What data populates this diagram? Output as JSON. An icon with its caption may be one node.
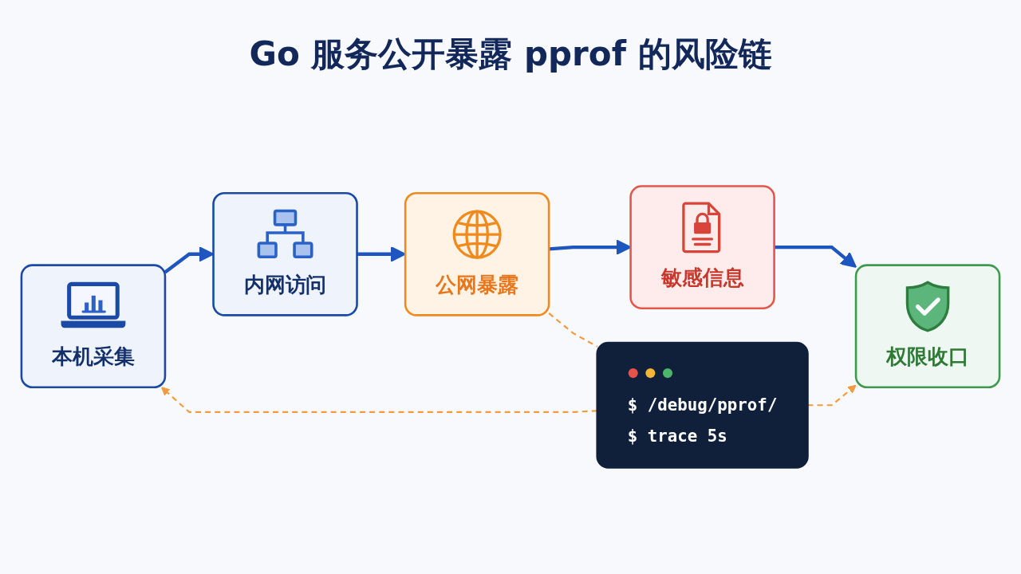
{
  "diagram": {
    "title": "Go 服务公开暴露 pprof 的风险链",
    "nodes": [
      {
        "text": [
          "本机采集"
        ]
      },
      {
        "text": [
          "内网访问"
        ]
      },
      {
        "text": [
          "公网暴露"
        ]
      },
      {
        "text": [
          "敏感信息"
        ]
      },
      {
        "text": [
          "权限收口"
        ]
      },
      {
        "text": [
          "$ /debug/pprof/",
          "$ trace 5s"
        ]
      }
    ],
    "edges": [
      {
        "from": 0,
        "to": 1,
        "arrow": "to"
      },
      {
        "from": 1,
        "to": 2,
        "arrow": "to"
      },
      {
        "from": 2,
        "to": 3,
        "arrow": "to"
      },
      {
        "from": 3,
        "to": 4,
        "arrow": "to"
      },
      {
        "from": 2,
        "to": 5,
        "arrow": "none",
        "style": "dashed",
        "color": "#f39a3c"
      },
      {
        "from": 5,
        "to": 0,
        "arrow": "to",
        "style": "dashed",
        "color": "#f39a3c"
      },
      {
        "from": 5,
        "to": 4,
        "arrow": "to",
        "style": "dashed",
        "color": "#f39a3c"
      }
    ]
  }
}
